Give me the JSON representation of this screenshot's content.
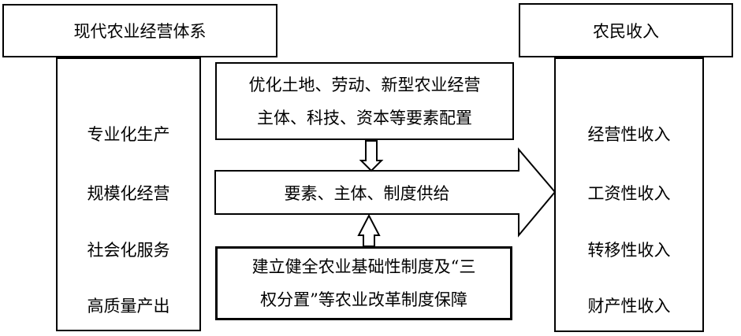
{
  "diagram": {
    "left_panel": {
      "header": "现代农业经营体系",
      "items": [
        "专业化生产",
        "规模化经营",
        "社会化服务",
        "高质量产出"
      ]
    },
    "right_panel": {
      "header": "农民收入",
      "items": [
        "经营性收入",
        "工资性收入",
        "转移性收入",
        "财产性收入"
      ]
    },
    "center": {
      "top_box": {
        "line1": "优化土地、劳动、新型农业经营",
        "line2": "主体、科技、资本等要素配置"
      },
      "arrow_label": "要素、主体、制度供给",
      "bottom_box": {
        "line1": "建立健全农业基础性制度及“三",
        "line2": "权分置”等农业改革制度保障"
      }
    },
    "colors": {
      "line": "#000000",
      "background": "#ffffff",
      "text": "#000000"
    }
  }
}
